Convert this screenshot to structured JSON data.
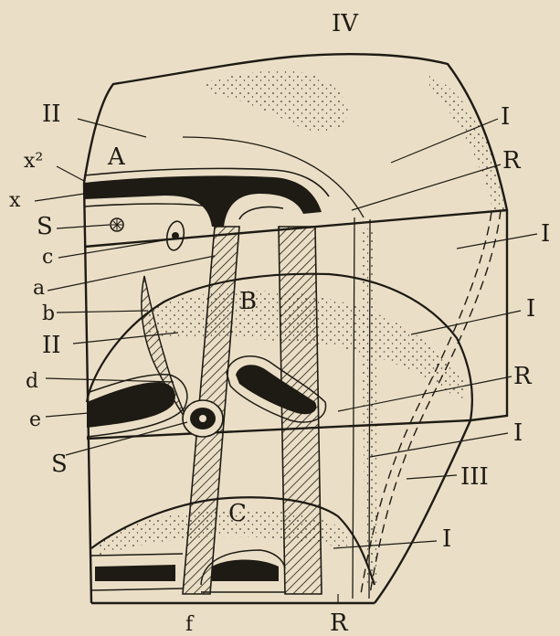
{
  "figure": {
    "labels": {
      "IV": "IV",
      "II_top": "II",
      "A": "A",
      "x2": "x²",
      "x": "x",
      "S_top": "S",
      "c": "c",
      "a": "a",
      "b": "b",
      "II_mid": "II",
      "d": "d",
      "e": "e",
      "S_low": "S",
      "f": "f",
      "R_bottom": "R",
      "I_1": "I",
      "R_1": "R",
      "I_2": "I",
      "B": "B",
      "I_3": "I",
      "R_2": "R",
      "I_4": "I",
      "III": "III",
      "C": "C",
      "I_5": "I"
    },
    "colors": {
      "paper": "#eadfc6",
      "ink": "#1e1a14"
    }
  }
}
